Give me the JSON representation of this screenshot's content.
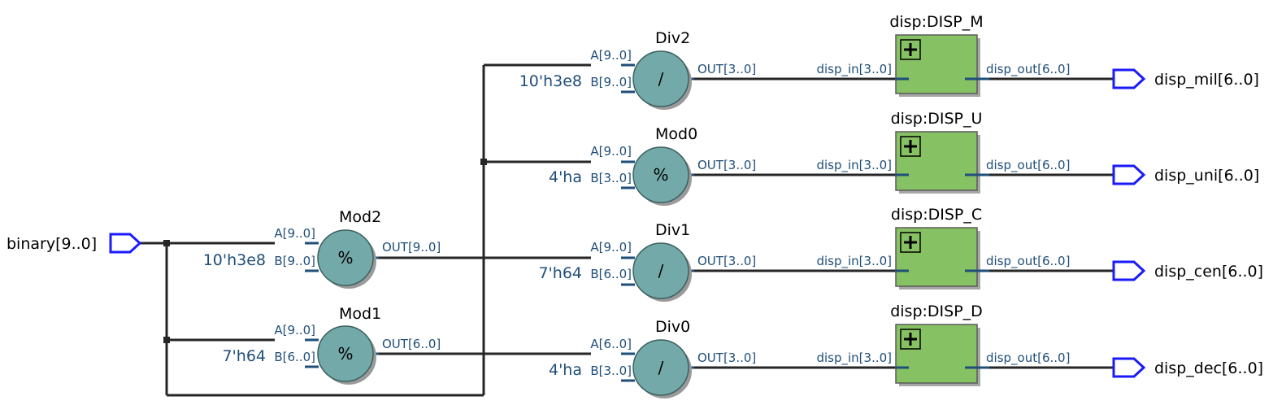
{
  "inputs": [
    {
      "label": "binary[9..0]"
    }
  ],
  "outputs": [
    {
      "label": "disp_mil[6..0]"
    },
    {
      "label": "disp_uni[6..0]"
    },
    {
      "label": "disp_cen[6..0]"
    },
    {
      "label": "disp_dec[6..0]"
    }
  ],
  "operators": [
    {
      "name": "Mod2",
      "symbol": "%",
      "port_a": "A[9..0]",
      "port_b": "B[9..0]",
      "const": "10'h3e8",
      "port_out": "OUT[9..0]"
    },
    {
      "name": "Mod1",
      "symbol": "%",
      "port_a": "A[9..0]",
      "port_b": "B[6..0]",
      "const": "7'h64",
      "port_out": "OUT[6..0]"
    },
    {
      "name": "Div2",
      "symbol": "/",
      "port_a": "A[9..0]",
      "port_b": "B[9..0]",
      "const": "10'h3e8",
      "port_out": "OUT[3..0]"
    },
    {
      "name": "Mod0",
      "symbol": "%",
      "port_a": "A[9..0]",
      "port_b": "B[3..0]",
      "const": "4'ha",
      "port_out": "OUT[3..0]"
    },
    {
      "name": "Div1",
      "symbol": "/",
      "port_a": "A[9..0]",
      "port_b": "B[6..0]",
      "const": "7'h64",
      "port_out": "OUT[3..0]"
    },
    {
      "name": "Div0",
      "symbol": "/",
      "port_a": "A[6..0]",
      "port_b": "B[3..0]",
      "const": "4'ha",
      "port_out": "OUT[3..0]"
    }
  ],
  "blocks": [
    {
      "name": "disp:DISP_M",
      "port_in": "disp_in[3..0]",
      "port_out": "disp_out[6..0]"
    },
    {
      "name": "disp:DISP_U",
      "port_in": "disp_in[3..0]",
      "port_out": "disp_out[6..0]"
    },
    {
      "name": "disp:DISP_C",
      "port_in": "disp_in[3..0]",
      "port_out": "disp_out[6..0]"
    },
    {
      "name": "disp:DISP_D",
      "port_in": "disp_in[3..0]",
      "port_out": "disp_out[6..0]"
    }
  ],
  "colors": {
    "wire": "#262626",
    "pin": "#1f4e79",
    "io_pin": "#1a1aff",
    "operator_fill": "#74a9a9",
    "block_fill": "#86c163"
  }
}
